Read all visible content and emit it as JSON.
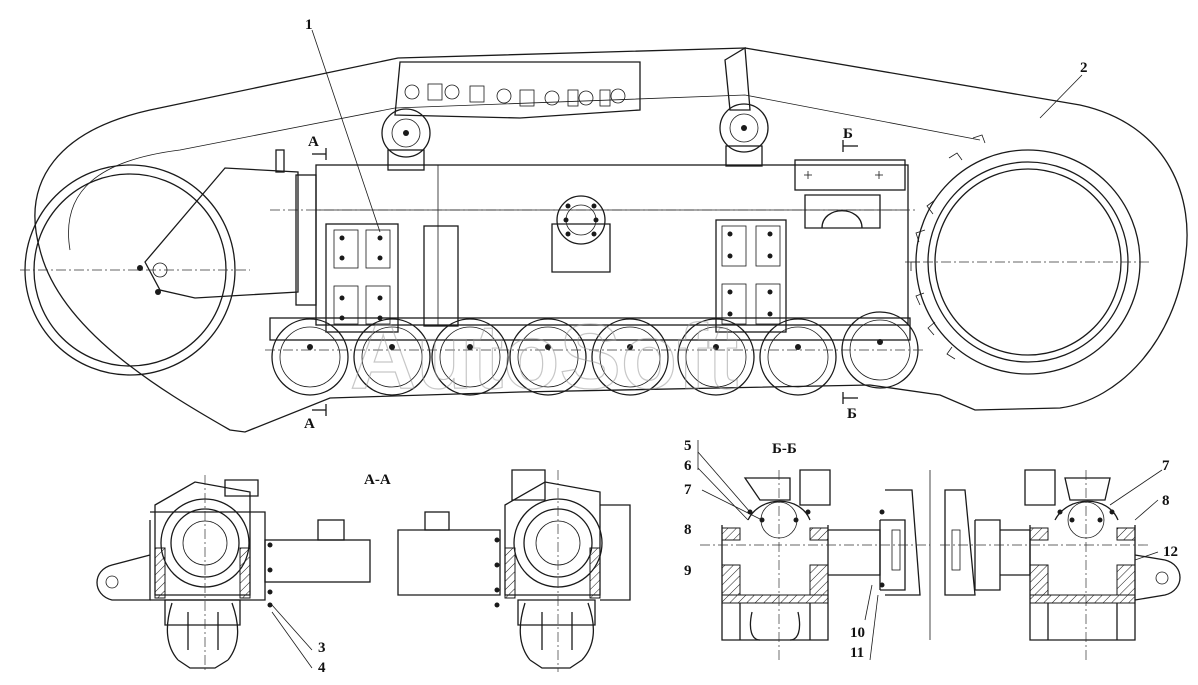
{
  "callouts": {
    "c1": "1",
    "c2": "2",
    "c3": "3",
    "c4": "4",
    "c5": "5",
    "c6": "6",
    "c7a": "7",
    "c7b": "7",
    "c8a": "8",
    "c8b": "8",
    "c9": "9",
    "c10": "10",
    "c11": "11",
    "c12": "12"
  },
  "section_marks": {
    "a_top": "А",
    "a_bottom": "А",
    "b_top": "Б",
    "b_bottom": "Б"
  },
  "section_titles": {
    "aa": "А-А",
    "bb": "Б-Б"
  },
  "watermark": "AutoSoft",
  "colors": {
    "line": "#1a1a1a",
    "paper": "#ffffff",
    "watermark": "#9a9a9a"
  }
}
